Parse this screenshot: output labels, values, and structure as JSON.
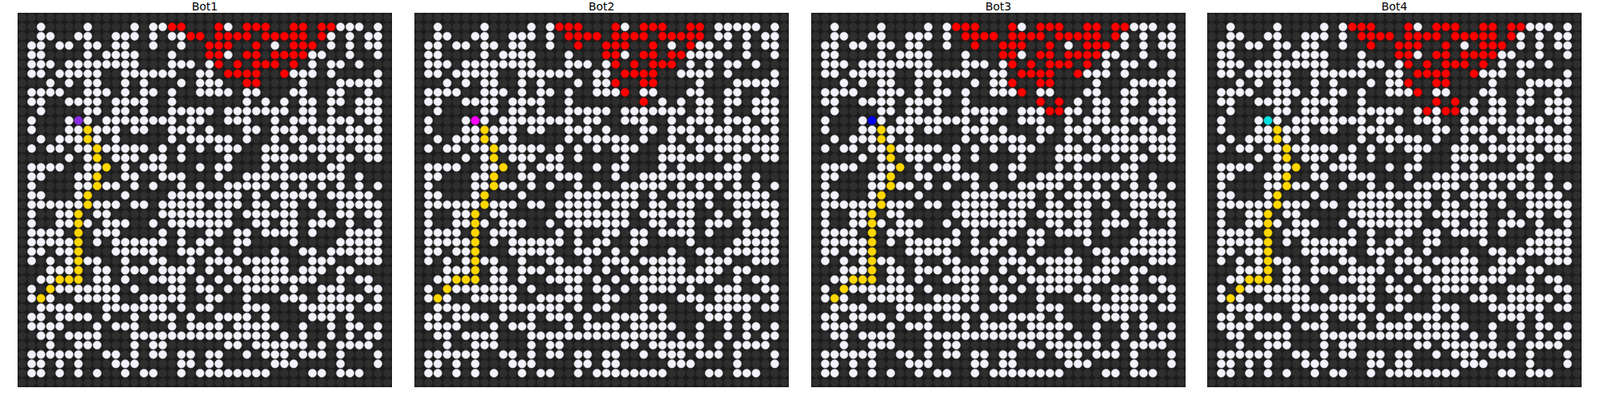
{
  "diagram": {
    "labels": [
      "Bot1",
      "Bot2",
      "Bot3",
      "Bot4"
    ]
  }
}
